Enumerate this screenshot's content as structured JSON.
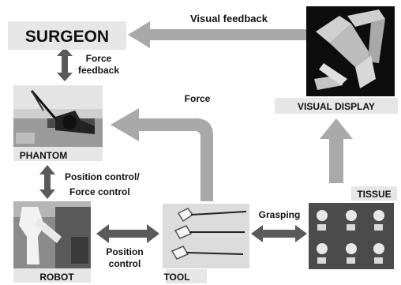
{
  "nodes": {
    "surgeon": "SURGEON",
    "phantom": "PHANTOM",
    "robot": "ROBOT",
    "tool": "TOOL",
    "tissue": "TISSUE",
    "visual_display": "VISUAL DISPLAY"
  },
  "edges": {
    "visual_feedback": "Visual feedback",
    "force_feedback_1": "Force",
    "force_feedback_2": "feedback",
    "force": "Force",
    "position_force_1": "Position control/",
    "position_force_2": "Force control",
    "position_control_1": "Position",
    "position_control_2": "control",
    "grasping": "Grasping"
  },
  "colors": {
    "arrow_light": "#a9a9a9",
    "arrow_dark": "#5a5a5a",
    "label_box": "#e6e6e6",
    "text": "#111111"
  }
}
